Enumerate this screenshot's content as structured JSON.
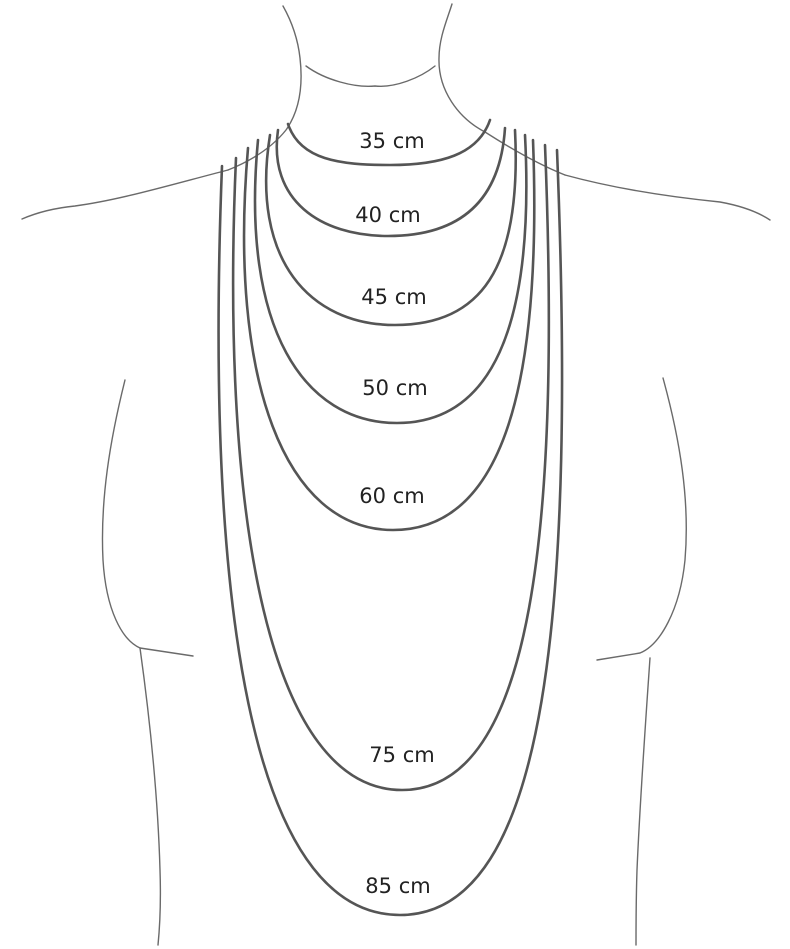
{
  "diagram": {
    "colors": {
      "background": "#ffffff",
      "outline": "#6a6a6a",
      "necklace": "#555555",
      "label": "#222222"
    },
    "necklaces": [
      {
        "id": "35",
        "label": "35 cm"
      },
      {
        "id": "40",
        "label": "40 cm"
      },
      {
        "id": "45",
        "label": "45 cm"
      },
      {
        "id": "50",
        "label": "50 cm"
      },
      {
        "id": "60",
        "label": "60 cm"
      },
      {
        "id": "75",
        "label": "75 cm"
      },
      {
        "id": "85",
        "label": "85 cm"
      }
    ]
  }
}
